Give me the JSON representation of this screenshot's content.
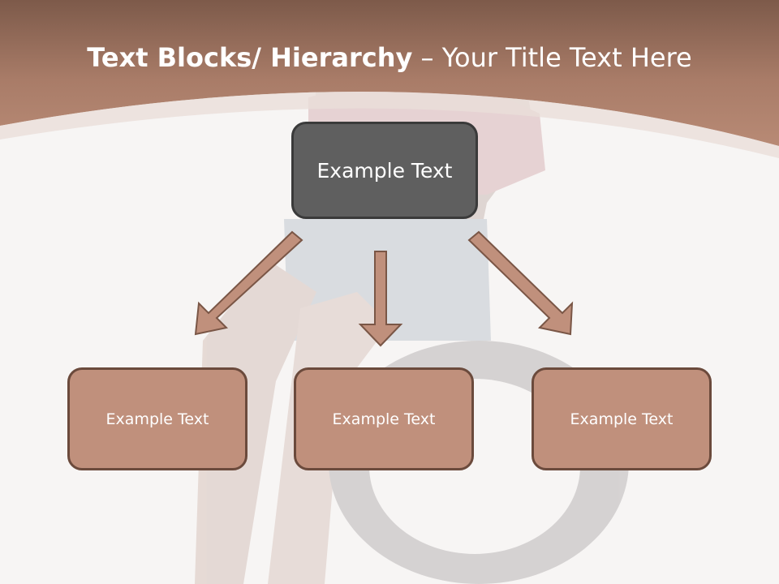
{
  "slide": {
    "title_bold": "Text Blocks/ Hierarchy",
    "title_rest": " – Your Title Text Here"
  },
  "hierarchy": {
    "top": {
      "label": "Example Text"
    },
    "children": [
      {
        "label": "Example Text"
      },
      {
        "label": "Example Text"
      },
      {
        "label": "Example Text"
      }
    ]
  },
  "colors": {
    "header": "#a97c68",
    "top_box": "#5f5f5f",
    "child_box": "#c0907c",
    "arrow": "#c0907c"
  }
}
